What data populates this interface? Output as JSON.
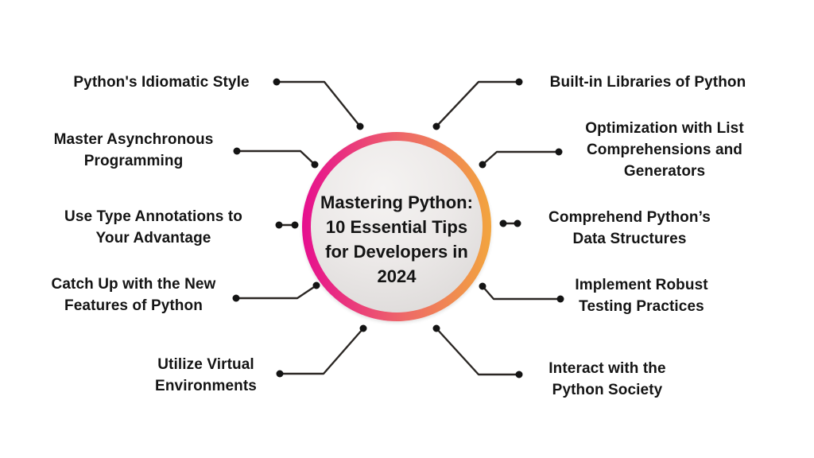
{
  "title": "Mastering Python: 10 Essential Tips for Developers in 2024",
  "center": {
    "line1": "Mastering Python:",
    "line2": "10 Essential Tips",
    "line3": "for Developers in",
    "line4": "2024"
  },
  "tips_left": [
    {
      "label": "Python's Idiomatic Style",
      "lines": [
        "Python's Idiomatic Style"
      ]
    },
    {
      "label": "Master Asynchronous Programming",
      "lines": [
        "Master Asynchronous",
        "Programming"
      ]
    },
    {
      "label": "Use Type Annotations to Your Advantage",
      "lines": [
        "Use Type Annotations to",
        "Your Advantage"
      ]
    },
    {
      "label": "Catch Up with the New Features of Python",
      "lines": [
        "Catch Up with the New",
        "Features of Python"
      ]
    },
    {
      "label": "Utilize Virtual Environments",
      "lines": [
        "Utilize Virtual",
        "Environments"
      ]
    }
  ],
  "tips_right": [
    {
      "label": "Built-in Libraries of Python",
      "lines": [
        "Built-in Libraries of Python"
      ]
    },
    {
      "label": "Optimization with List Comprehensions and Generators",
      "lines": [
        "Optimization with List",
        "Comprehensions and",
        "Generators"
      ]
    },
    {
      "label": "Comprehend Python’s Data Structures",
      "lines": [
        "Comprehend Python’s",
        "Data Structures"
      ]
    },
    {
      "label": "Implement Robust Testing Practices",
      "lines": [
        "Implement Robust",
        "Testing Practices"
      ]
    },
    {
      "label": "Interact with the Python Society",
      "lines": [
        "Interact with the",
        "Python Society"
      ]
    }
  ],
  "colors": {
    "background": "#ffffff",
    "text": "#141414",
    "connector": "#2b2724",
    "dot": "#141414",
    "ring_start": "#e60e8f",
    "ring_mid": "#ee6a67",
    "ring_end": "#f2a53e",
    "circle_fill_center": "#ece9e8",
    "circle_fill_edge": "#d8d5d4"
  }
}
